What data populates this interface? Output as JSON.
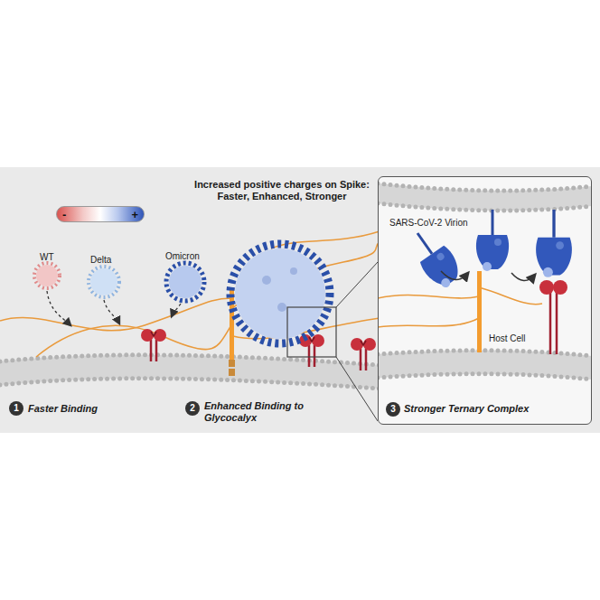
{
  "diagram": {
    "title": "Increased positive charges on Spike: Faster, Enhanced, Stronger",
    "nodes": [
      {
        "text": [
          "-",
          "+"
        ]
      },
      {
        "text": [
          "SARS-CoV-2 Virion",
          "Host Cell"
        ]
      },
      {
        "text": [
          "1"
        ]
      },
      {
        "text": [
          "2"
        ]
      },
      {
        "text": [
          "3"
        ],
        "in": 1
      }
    ],
    "labels": [
      "WT",
      "Delta",
      "Omicron",
      "Faster Binding",
      "Enhanced Binding to Glycocalyx",
      "Stronger Ternary Complex"
    ]
  }
}
